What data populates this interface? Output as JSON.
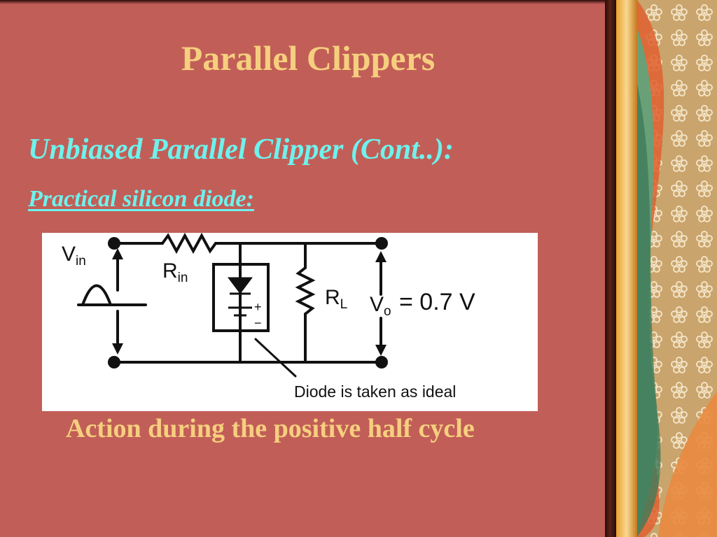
{
  "slide": {
    "title": "Parallel Clippers",
    "subtitle": "Unbiased Parallel Clipper (Cont..):",
    "subsubtitle": "Practical silicon diode:",
    "caption": "Action during the positive half cycle"
  },
  "circuit": {
    "vin_label": "V",
    "vin_sub": "in",
    "rin_label": "R",
    "rin_sub": "in",
    "rl_label": "R",
    "rl_sub": "L",
    "vo_label": "V",
    "vo_sub": "o",
    "vo_value": "= 0.7 V",
    "plus_sign": "+",
    "minus_sign": "−",
    "note": "Diode is taken as ideal"
  },
  "colors": {
    "slide_background": "#c25e58",
    "title_color": "#f6cf7e",
    "heading_color": "#6ef2ec",
    "figure_background": "#ffffff"
  }
}
